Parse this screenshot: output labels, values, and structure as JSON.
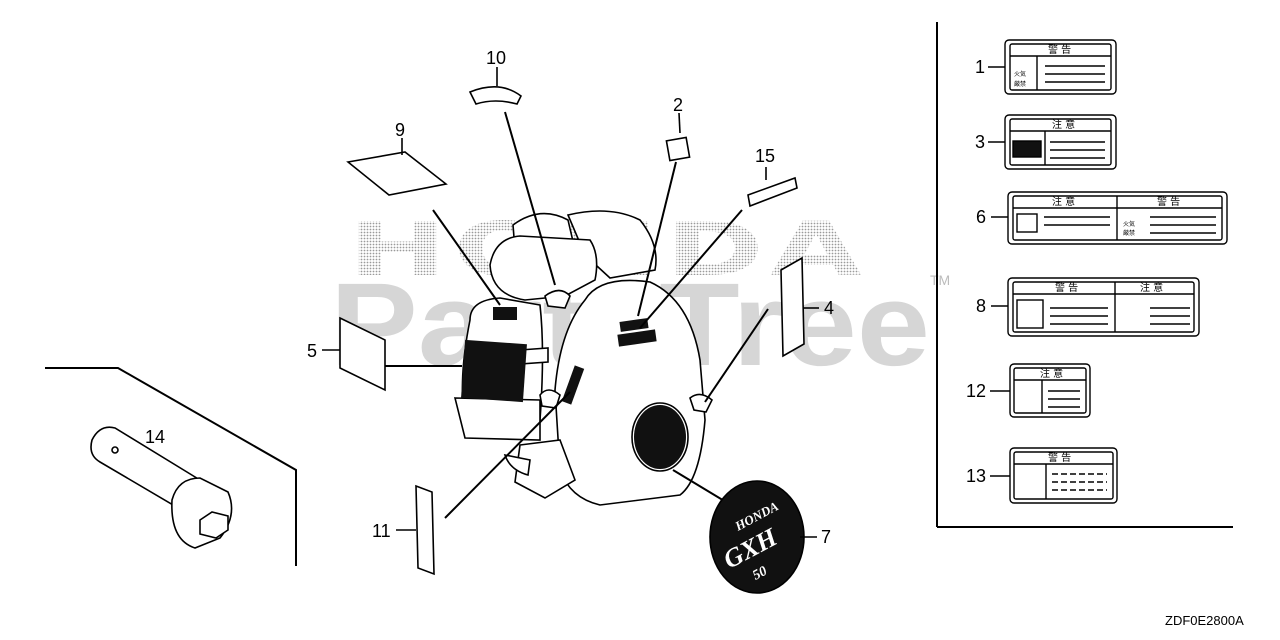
{
  "watermark": {
    "brand": "HONDA",
    "site": "PartsTree",
    "trademark": "TM"
  },
  "diagram_code": "ZDF0E2800A",
  "callouts": {
    "c1": "1",
    "c2": "2",
    "c3": "3",
    "c4": "4",
    "c5": "5",
    "c6": "6",
    "c7": "7",
    "c8": "8",
    "c9": "9",
    "c10": "10",
    "c11": "11",
    "c12": "12",
    "c13": "13",
    "c14": "14",
    "c15": "15"
  },
  "label_text": {
    "warning": "警 告",
    "caution": "注 意",
    "fire_lines": [
      "火気",
      "厳禁"
    ]
  },
  "emblem": {
    "brand": "HONDA",
    "model": "GXH",
    "size": "50"
  }
}
